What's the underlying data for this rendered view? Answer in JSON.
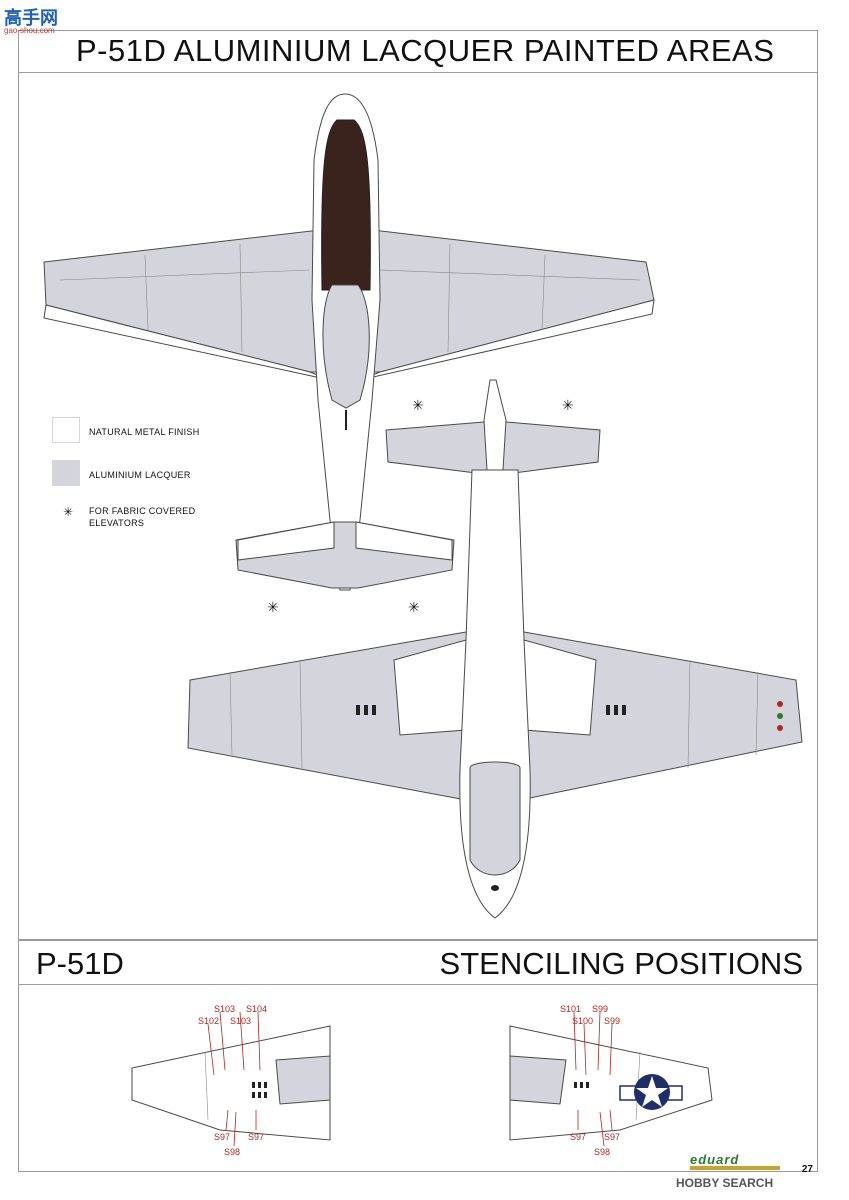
{
  "watermark": {
    "site_name": "高手网",
    "url": "gao-shou.com"
  },
  "header": {
    "title": "P-51D  ALUMINIUM LACQUER PAINTED AREAS"
  },
  "legend": {
    "items": [
      {
        "label": "NATURAL METAL FINISH",
        "color": "#ffffff"
      },
      {
        "label": "ALUMINIUM LACQUER",
        "color": "#d4d4dc"
      },
      {
        "label": "FOR FABRIC COVERED ELEVATORS",
        "symbol": "asterisk"
      }
    ]
  },
  "stenciling": {
    "model": "P-51D",
    "title": "STENCILING POSITIONS",
    "left_view_labels": [
      "S103",
      "S104",
      "S102",
      "S103",
      "S97",
      "S97",
      "S98"
    ],
    "right_view_labels": [
      "S101",
      "S99",
      "S100",
      "S99",
      "S97",
      "S97",
      "S98"
    ]
  },
  "footer": {
    "page_number": "27",
    "brand": "eduard",
    "watermark": "HOBBY SEARCH"
  },
  "colors": {
    "lacquer": "#d4d4dc",
    "anti_glare": "#3a231c",
    "stencil_red": "#b3261e",
    "insignia_blue": "#1f2d6b"
  }
}
